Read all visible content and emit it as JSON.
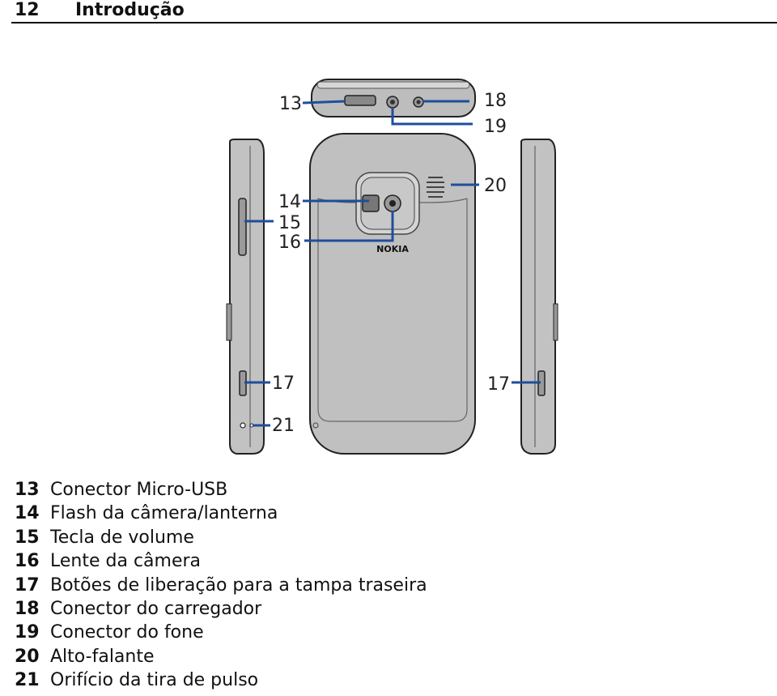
{
  "header": {
    "page_number": "12",
    "chapter_title": "Introdução"
  },
  "figure": {
    "brand": "NOKIA",
    "callouts": {
      "c13": "13",
      "c14": "14",
      "c15": "15",
      "c16": "16",
      "c17a": "17",
      "c17b": "17",
      "c18": "18",
      "c19": "19",
      "c20": "20",
      "c21": "21"
    }
  },
  "legend": [
    {
      "num": "13",
      "text": "Conector Micro-USB"
    },
    {
      "num": "14",
      "text": "Flash da câmera/lanterna"
    },
    {
      "num": "15",
      "text": "Tecla de volume"
    },
    {
      "num": "16",
      "text": "Lente da câmera"
    },
    {
      "num": "17",
      "text": "Botões de liberação para a tampa traseira"
    },
    {
      "num": "18",
      "text": "Conector do carregador"
    },
    {
      "num": "19",
      "text": "Conector do fone"
    },
    {
      "num": "20",
      "text": "Alto-falante"
    },
    {
      "num": "21",
      "text": "Orifício da tira de pulso"
    }
  ]
}
